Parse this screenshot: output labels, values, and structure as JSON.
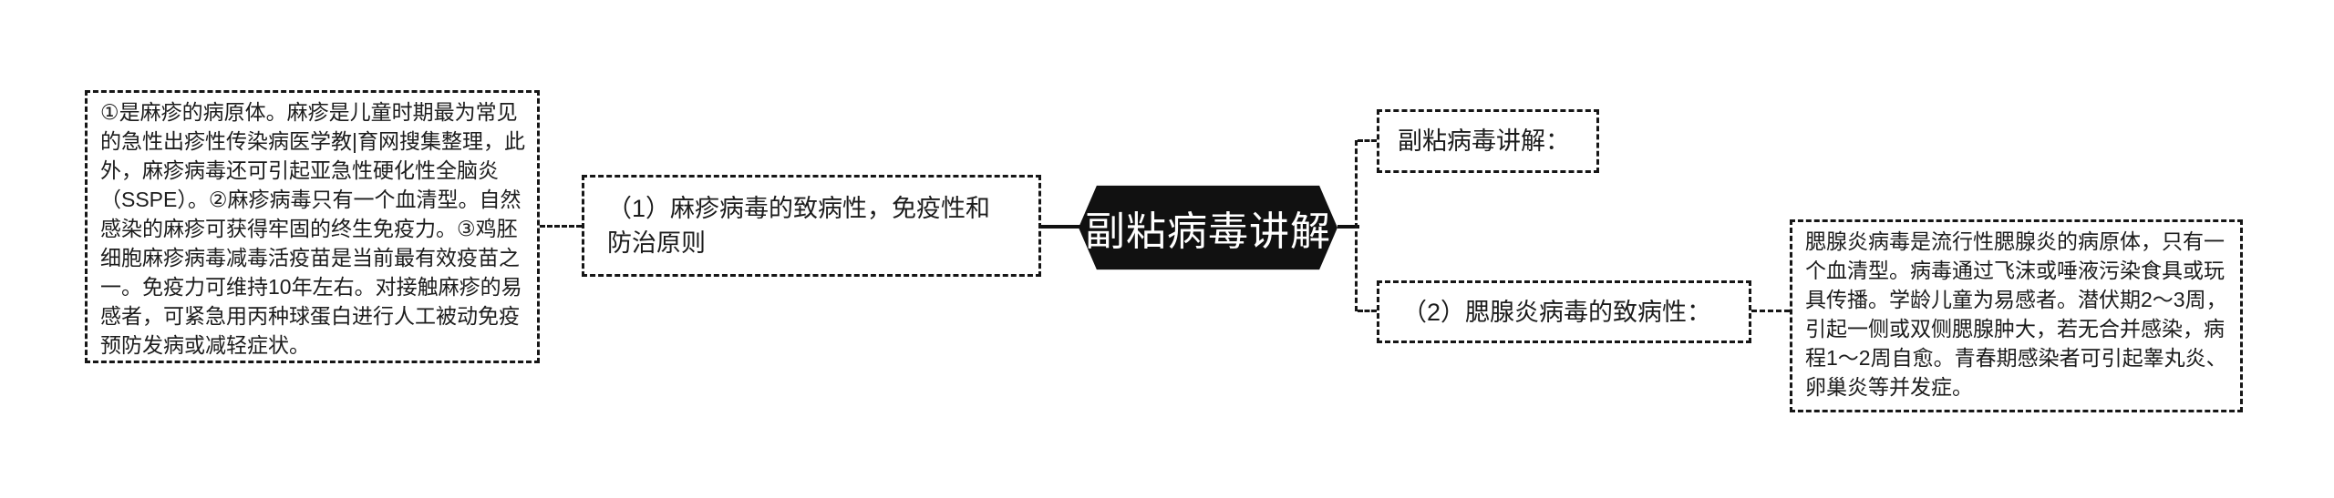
{
  "diagram": {
    "type": "mindmap",
    "bg_color": "#ffffff",
    "line_color": "#161616",
    "text_color": "#1c1c1c",
    "center_node": {
      "label": "副粘病毒讲解",
      "bg_color": "#111111",
      "text_color": "#ffffff",
      "shape": "hexagon"
    },
    "left_branch": {
      "topic": {
        "label": "（1）麻疹病毒的致病性，免疫性和防治原则"
      },
      "note": {
        "text": "①是麻疹的病原体。麻疹是儿童时期最为常见的急性出疹性传染病医学教|育网搜集整理，此外，麻疹病毒还可引起亚急性硬化性全脑炎（SSPE）。②麻疹病毒只有一个血清型。自然感染的麻疹可获得牢固的终生免疫力。③鸡胚细胞麻疹病毒减毒活疫苗是当前最有效疫苗之一。免疫力可维持10年左右。对接触麻疹的易感者，可紧急用丙种球蛋白进行人工被动免疫预防发病或减轻症状。"
      }
    },
    "right_branch": {
      "topic_top": {
        "label": "副粘病毒讲解："
      },
      "topic_bottom": {
        "label": "（2）腮腺炎病毒的致病性："
      },
      "note": {
        "text": "腮腺炎病毒是流行性腮腺炎的病原体，只有一个血清型。病毒通过飞沫或唾液污染食具或玩具传播。学龄儿童为易感者。潜伏期2～3周，引起一侧或双侧腮腺肿大，若无合并感染，病程1～2周自愈。青春期感染者可引起睾丸炎、卵巢炎等并发症。"
      }
    }
  }
}
